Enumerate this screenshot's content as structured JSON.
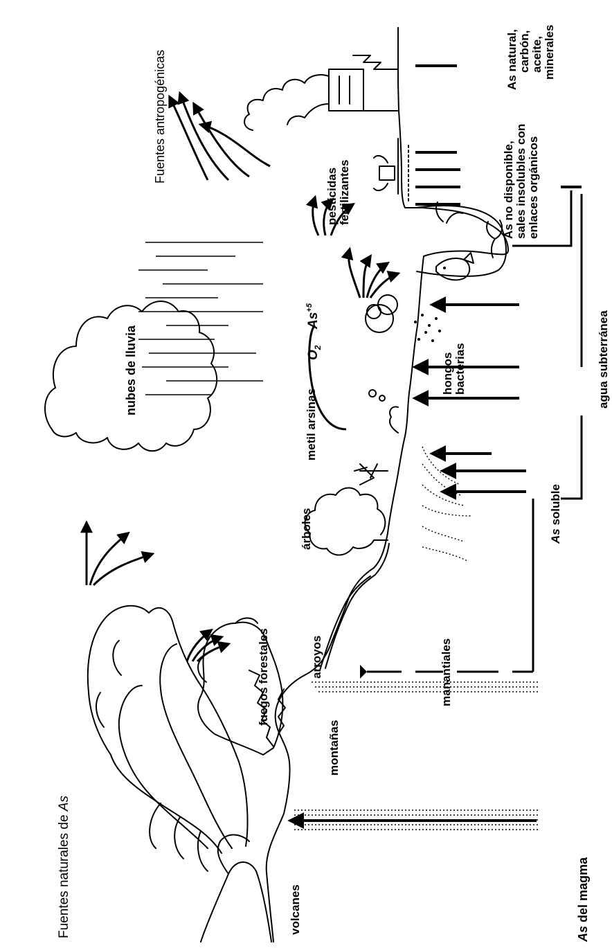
{
  "labels": {
    "fuentes_naturales_prefix": "Fuentes naturales de",
    "fuentes_naturales_as": "As",
    "volcanes": "volcanes",
    "as_del_magma_as": "As",
    "as_del_magma_rest": "del magma",
    "montanas": "montañas",
    "fuegos_forestales": "fuegos forestales",
    "arroyos": "arroyos",
    "manantiales": "manantiales",
    "arboles": "árboles",
    "as_soluble_as": "As",
    "as_soluble_rest": "soluble",
    "metil_arsinas": "metil arsinas",
    "o2": "O",
    "o2_sub": "2",
    "as5": "As",
    "as5_sup": "+5",
    "hongos": "hongos",
    "bacterias": "bacterias",
    "agua_subterranea": "agua subterránea",
    "nubes_de_lluvia": "nubes de lluvia",
    "pesticidas": "pesticidas",
    "fertilizantes": "fertilizantes",
    "as_no_disponible_1": "As no disponible,",
    "as_no_disponible_2": "sales insolubles con",
    "as_no_disponible_3": "enlaces orgánicos",
    "fuentes_antropogenicas": "Fuentes antropogénicas",
    "as_natural_1": "As natural,",
    "as_natural_2": "carbón,",
    "as_natural_3": "aceite,",
    "as_natural_4": "minerales"
  }
}
